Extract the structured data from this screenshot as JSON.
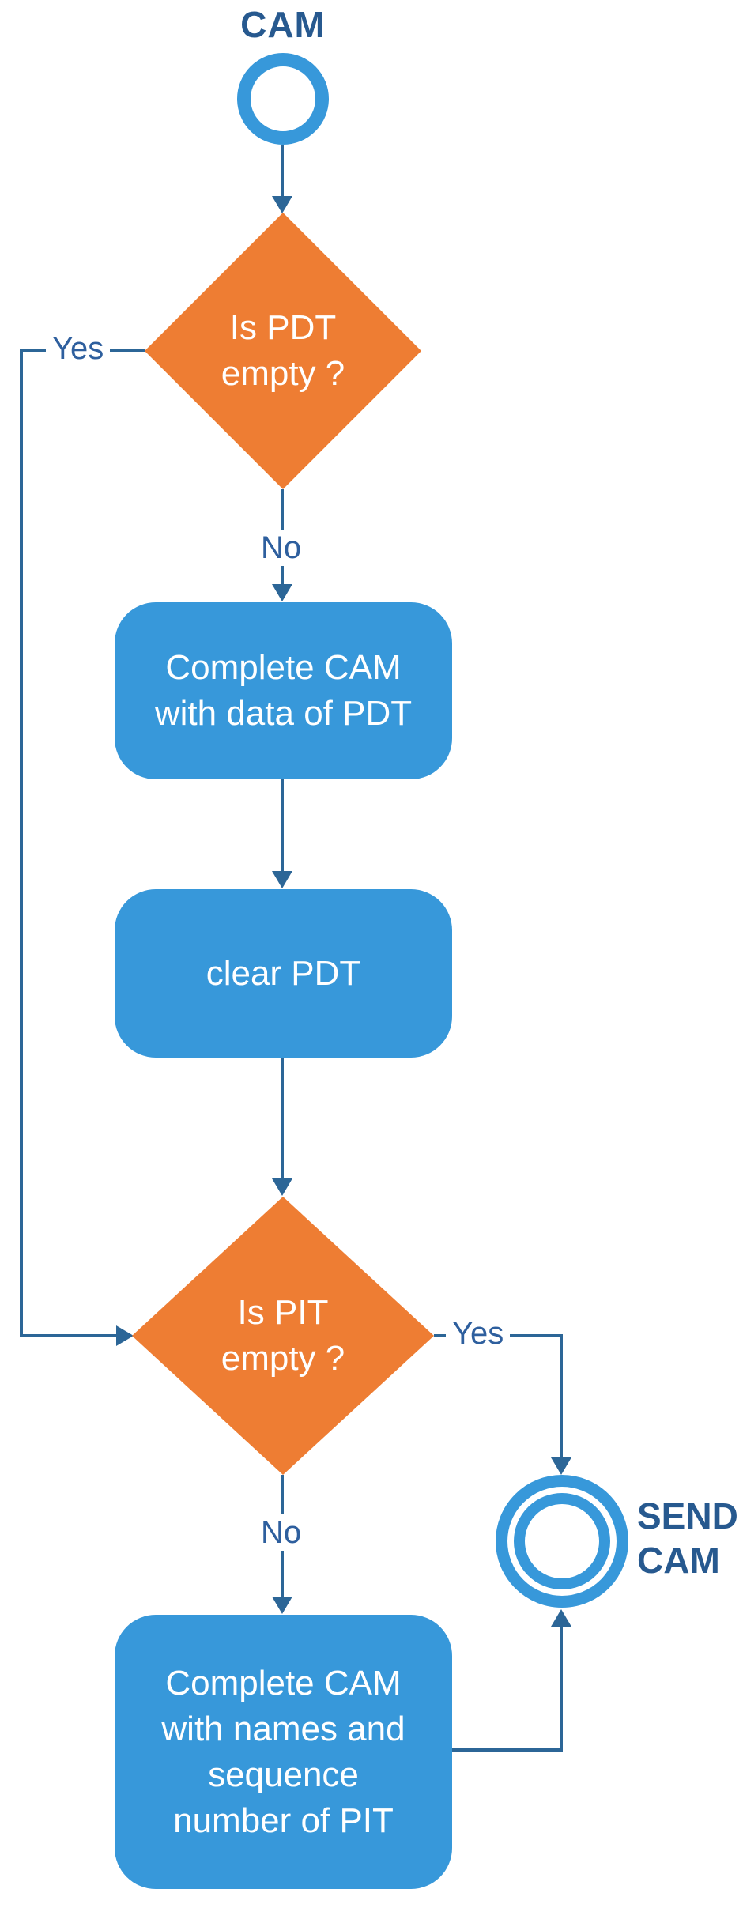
{
  "diagram": {
    "start": {
      "label": "CAM"
    },
    "decision1": {
      "lines": [
        "Is PDT",
        "empty ?"
      ]
    },
    "process1": {
      "lines": [
        "Complete CAM",
        "with data of PDT"
      ]
    },
    "process2": {
      "lines": [
        "clear PDT"
      ]
    },
    "decision2": {
      "lines": [
        "Is PIT",
        "empty ?"
      ]
    },
    "process3": {
      "lines": [
        "Complete CAM",
        "with names and",
        "sequence",
        "number of PIT"
      ]
    },
    "end": {
      "lines": [
        "SEND",
        "CAM"
      ]
    },
    "edge_labels": {
      "decision1_yes": "Yes",
      "decision1_no": "No",
      "decision2_yes": "Yes",
      "decision2_no": "No"
    },
    "colors": {
      "process_fill": "#3798da",
      "decision_fill": "#ee7d33",
      "edge_stroke": "#2c6697",
      "edge_label_text": "#2e5f9e",
      "title_text": "#27598f",
      "node_text": "#ffffff",
      "background": "#ffffff"
    }
  }
}
